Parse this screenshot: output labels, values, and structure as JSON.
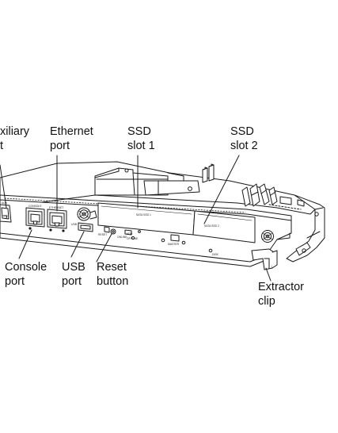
{
  "callouts": {
    "auxiliary_port": [
      "xiliary",
      "t"
    ],
    "ethernet_port": [
      "Ethernet",
      "port"
    ],
    "ssd_slot_1": [
      "SSD",
      "slot 1"
    ],
    "ssd_slot_2": [
      "SSD",
      "slot 2"
    ],
    "console_port": [
      "Console",
      "port"
    ],
    "usb_port": [
      "USB",
      "port"
    ],
    "reset_button": [
      "Reset",
      "button"
    ],
    "extractor_clip": [
      "Extractor",
      "clip"
    ]
  },
  "panel_markings": {
    "ssd_1": "SATA SSD 1",
    "ssd_2": "SATA SSD 2",
    "aux_port": "AUX",
    "console_port": "CONSOLE",
    "ethernet_port": "ETHERNET",
    "usb": "USB",
    "reset": "RESET",
    "online": "ONLINE",
    "master": "MASTER",
    "disk": "DISK",
    "hdd": "HDD",
    "offline": "OFFLINE"
  }
}
